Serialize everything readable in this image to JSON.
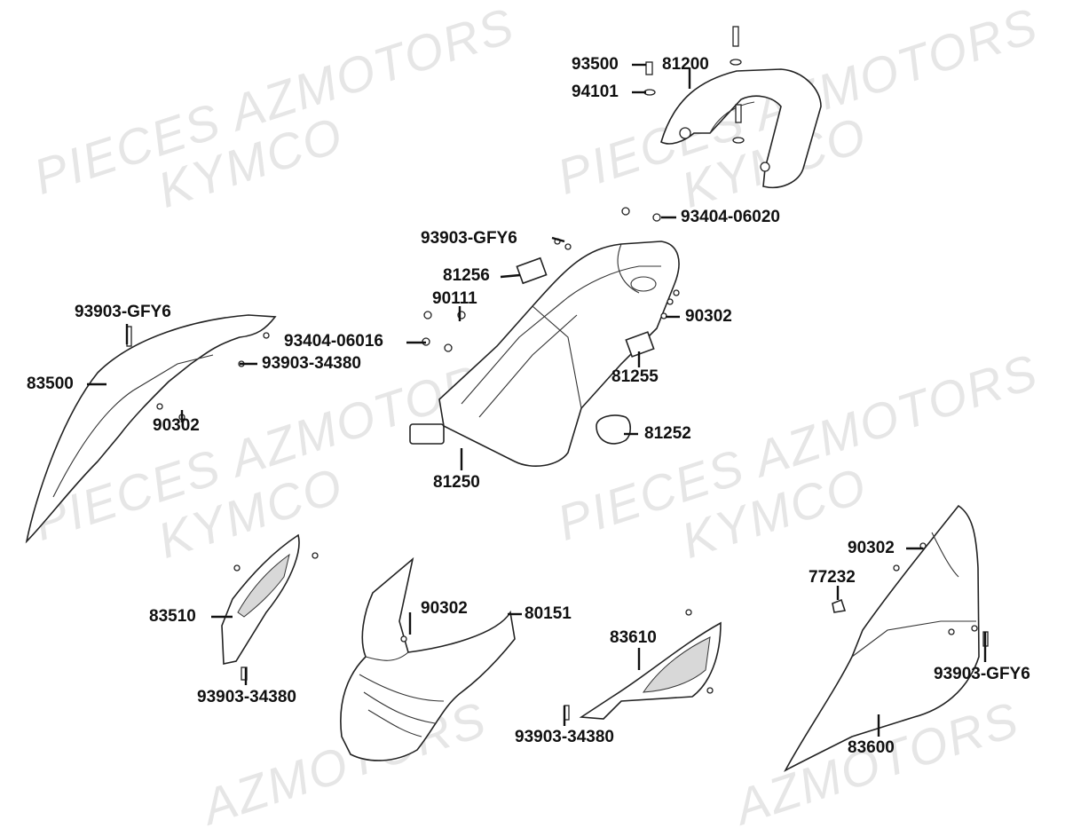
{
  "watermarks": [
    {
      "text": "PIECES AZMOTORS"
    },
    {
      "text": "KYMCO"
    },
    {
      "text": "PIECES AZMOTORS"
    },
    {
      "text": "KYMCO"
    },
    {
      "text": "PIECES AZMOTORS"
    },
    {
      "text": "KYMCO"
    },
    {
      "text": "PIECES AZMOTORS"
    },
    {
      "text": "KYMCO"
    },
    {
      "text": "AZMOTORS"
    },
    {
      "text": "AZMOTORS"
    }
  ],
  "labels": {
    "p93500": "93500",
    "p81200": "81200",
    "p94101": "94101",
    "p93404_06020": "93404-06020",
    "p93903_gfy6_top": "93903-GFY6",
    "p81256": "81256",
    "p90111": "90111",
    "p90302_box": "90302",
    "p93404_06016": "93404-06016",
    "p81255": "81255",
    "p81252": "81252",
    "p81250": "81250",
    "p93903_gfy6_left": "93903-GFY6",
    "p93903_34380_left": "93903-34380",
    "p83500": "83500",
    "p90302_left": "90302",
    "p83510": "83510",
    "p93903_34380_83510": "93903-34380",
    "p90302_front": "90302",
    "p80151": "80151",
    "p83610": "83610",
    "p93903_34380_83610": "93903-34380",
    "p90302_right": "90302",
    "p77232": "77232",
    "p93903_gfy6_right": "93903-GFY6",
    "p83600": "83600"
  }
}
